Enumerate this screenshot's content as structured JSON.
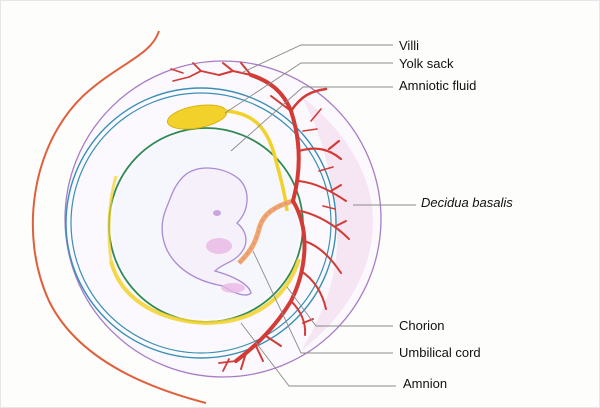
{
  "labels": {
    "villi": "Villi",
    "yolk_sack": "Yolk sack",
    "amniotic_fluid": "Amniotic fluid",
    "decidua_basalis": "Decidua basalis",
    "chorion": "Chorion",
    "umbilical_cord": "Umbilical cord",
    "amnion": "Amnion"
  },
  "colors": {
    "uterus_wall": "#e0603c",
    "decidua": "#a87cc6",
    "chorion": "#3a8fb4",
    "amnion": "#2f8a55",
    "yolk": "#f2d22a",
    "vessels": "#d23b36",
    "embryo": "#a98bd2",
    "leader": "#8a8a8a"
  }
}
